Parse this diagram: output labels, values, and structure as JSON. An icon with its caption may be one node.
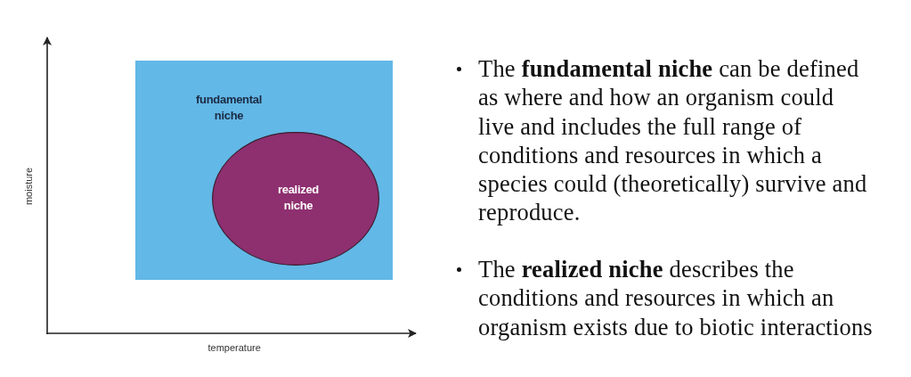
{
  "diagram": {
    "nodes": [
      {
        "text": [
          "fundamental niche"
        ]
      },
      {
        "text": [
          "realized niche"
        ],
        "in": 0
      }
    ],
    "edges": [],
    "labels": [
      "moisture",
      "temperature",
      "The **fundamental niche** can be defined as where and how an organism could live and includes the full range of conditions and resources in which a species could (theoretically) survive and reproduce.",
      "The **realized niche** describes the conditions and resources in which an organism exists due to biotic interactions"
    ]
  }
}
